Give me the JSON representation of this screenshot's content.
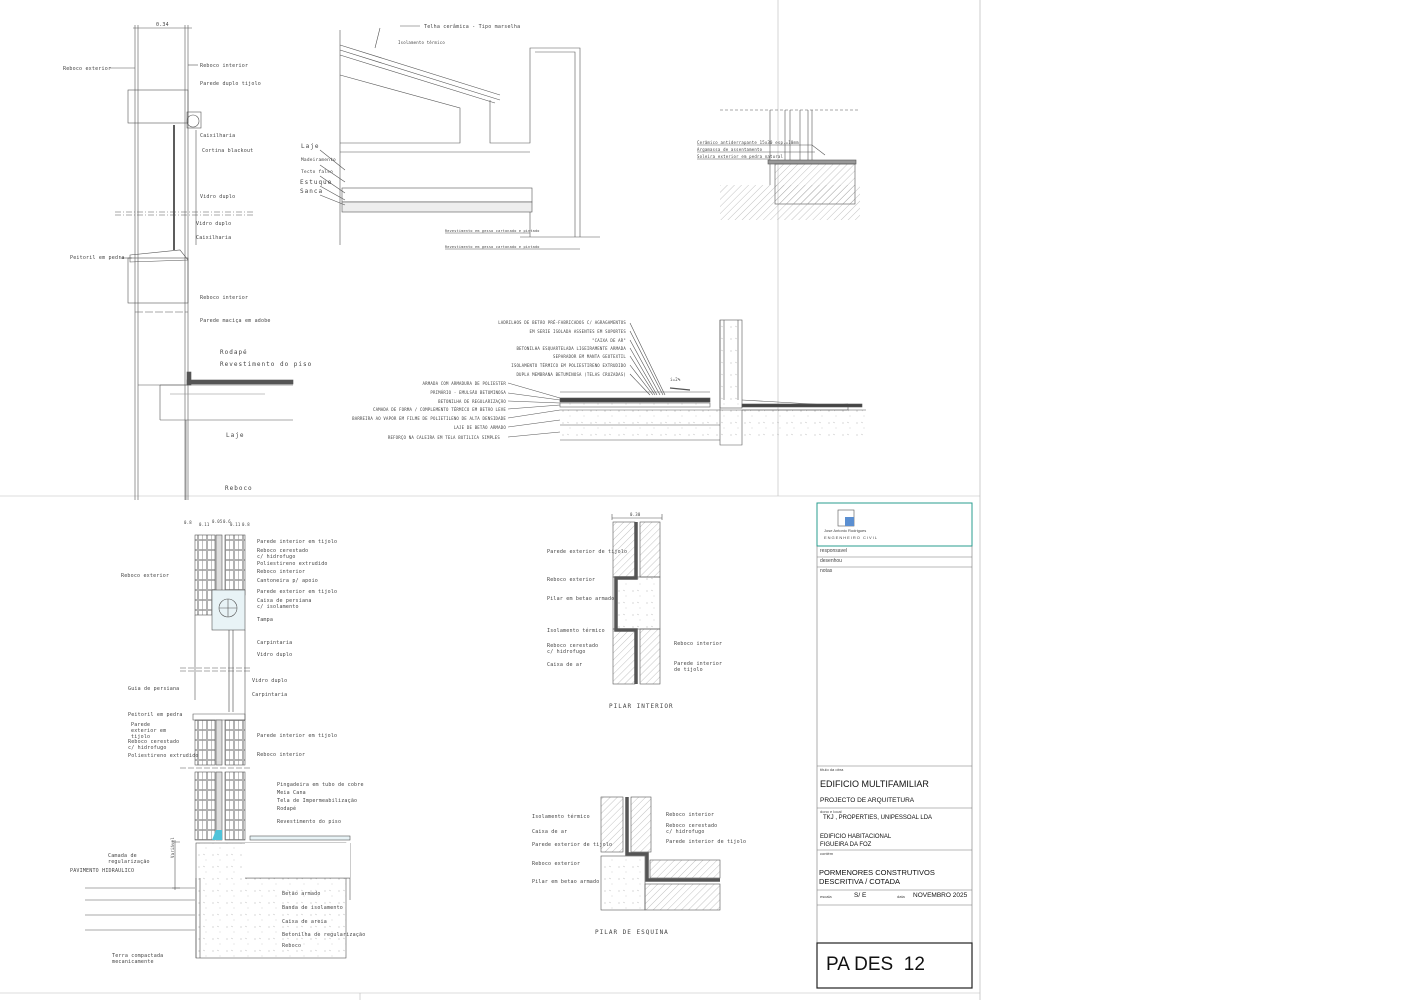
{
  "window_detail": {
    "dimension": "0.34",
    "labels": [
      "Reboco exterior",
      "Reboco interior",
      "Parede duplo tijolo",
      "Caixilharia",
      "Cortina blackout",
      "Vidro duplo",
      "Vidro duplo",
      "Caixilharia",
      "Peitoril em pedra",
      "Reboco interior"
    ]
  },
  "floor_detail": {
    "labels": [
      "Parede maciça em adobe",
      "Rodapé",
      "Revestimento do piso",
      "Laje",
      "Reboco"
    ]
  },
  "roof_detail": {
    "labels": [
      "Telha cerâmica - Tipo marselha",
      "Isolamento térmico",
      "Laje",
      "Madeiramento",
      "Tecto falso",
      "Estuque",
      "Sanca",
      "Revestimento em gesso cartonado e pintado",
      "Revestimento em gesso cartonado e pintado"
    ]
  },
  "threshold_detail": {
    "labels": [
      "Cerâmico antiderrapante 15x30 esp.=10mm",
      "Argamassa de assentamento",
      "Soleira exterior em pedra natural"
    ]
  },
  "terrace_detail": {
    "slope": "i=2%",
    "labels_upper": [
      "LADRILHOS DE BETÃO PRÉ-FABRICADOS C/ AGRAGAMENTOS",
      "EM SERIE ISOLADA ASSENTES EM SUPORTES",
      "\"CAIXA DE AR\"",
      "BETONILHA ESQUARTELADA LIGEIRAMENTE ARMADA",
      "SEPARADOR EM MANTA GEOTEXTIL",
      "ISOLAMENTO TÉRMICO EM POLIESTIRENO EXTRUDIDO",
      "DUPLA MEMBRANA BETUMINOSA (TELAS CRUZADAS)"
    ],
    "labels_lower": [
      "ARMADA COM ARMADURA DE POLIESTER",
      "PRIMÁRIO - EMULSÃO BETUMINOSA",
      "BETONILHA DE REGULARIZAÇÃO",
      "CAMADA DE FORMA / COMPLEMENTO TÉRMICO EM BETÃO LEVE",
      "BARREIRA AO VAPOR EM FILME DE POLIETILENO DE ALTA DENSIDADE",
      "LAJE DE BETÃO ARMADO",
      "REFORÇO NA CALEIRA EM TELA BUTILICA SIMPLES"
    ]
  },
  "wall_section": {
    "dims": [
      "0.8",
      "0.11",
      "0.05",
      "0.6",
      "0.11",
      "0.8"
    ],
    "labels": [
      "Parede interior em tijolo",
      "Reboco cerestado c/ hidrofugo",
      "Poliestireno extrudido",
      "Reboco interior",
      "Cantoneira p/ apoio",
      "Parede exterior em tijolo",
      "Caixa de persiana c/ isolamento",
      "Tampa",
      "Carpintaria",
      "Vidro duplo",
      "Reboco exterior",
      "Vidro duplo",
      "Guia de persiana",
      "Carpintaria",
      "Peitoril em pedra",
      "Parede exterior em tijolo",
      "Reboco cerestado c/ hidrofugo",
      "Poliestireno extrudido",
      "Parede interior em tijolo",
      "Reboco interior"
    ]
  },
  "foundation_detail": {
    "labels": [
      "Pingadeira em tubo de cobre",
      "Meia Cana",
      "Tela de Impermeabilização",
      "Rodapé",
      "Revestimento do piso",
      "Camada de regularização",
      "PAVIMENTO HIDRAULICO",
      "Variável",
      "Betão armado",
      "Banda de isolamento",
      "Caixa de areia",
      "Betonilha de regularização",
      "Reboco",
      "Terra compactada mecanicamente"
    ]
  },
  "pilar_interior": {
    "title": "PILAR INTERIOR",
    "dimension": "0.30",
    "labels": [
      "Parede exterior de tijolo",
      "Reboco exterior",
      "Pilar em betao armado",
      "Isolamento térmico",
      "Reboco cerestado c/ hidrofugo",
      "Caixa de ar",
      "Reboco interior",
      "Parede interior de tijolo"
    ]
  },
  "pilar_esquina": {
    "title": "PILAR DE ESQUINA",
    "labels": [
      "Isolamento térmico",
      "Caixa de ar",
      "Parede exterior de tijolo",
      "Reboco exterior",
      "Pilar em betao armado",
      "Reboco interior",
      "Reboco cerestado c/ hidrofugo",
      "Parede interior de tijolo"
    ]
  },
  "title_block": {
    "company_name": "Jose Antonio Rodrigues",
    "company_role": "ENGENHEIRO CIVIL",
    "responsavel_label": "responsavel",
    "desenhou_label": "desenhou",
    "notas_label": "notas",
    "titulo_label": "título da obra",
    "titulo": "EDIFICIO MULTIFAMILIAR",
    "projecto": "PROJECTO DE ARQUITETURA",
    "dono_label": "dono e local",
    "dono": "TKJ , PROPERTIES, UNIPESSOAL LDA",
    "local_1": "EDIFICIO HABITACIONAL",
    "local_2": "FIGUEIRA DA FOZ",
    "contem_label": "contém",
    "contem_1": "PORMENORES CONSTRUTIVOS",
    "contem_2": "DESCRITIVA / COTADA",
    "escala_label": "escala",
    "escala": "S/ E",
    "data_label": "data",
    "data": "NOVEMBRO 2025",
    "sheet_id": "PA DES  12",
    "accent_color": "#2a9d8f"
  }
}
